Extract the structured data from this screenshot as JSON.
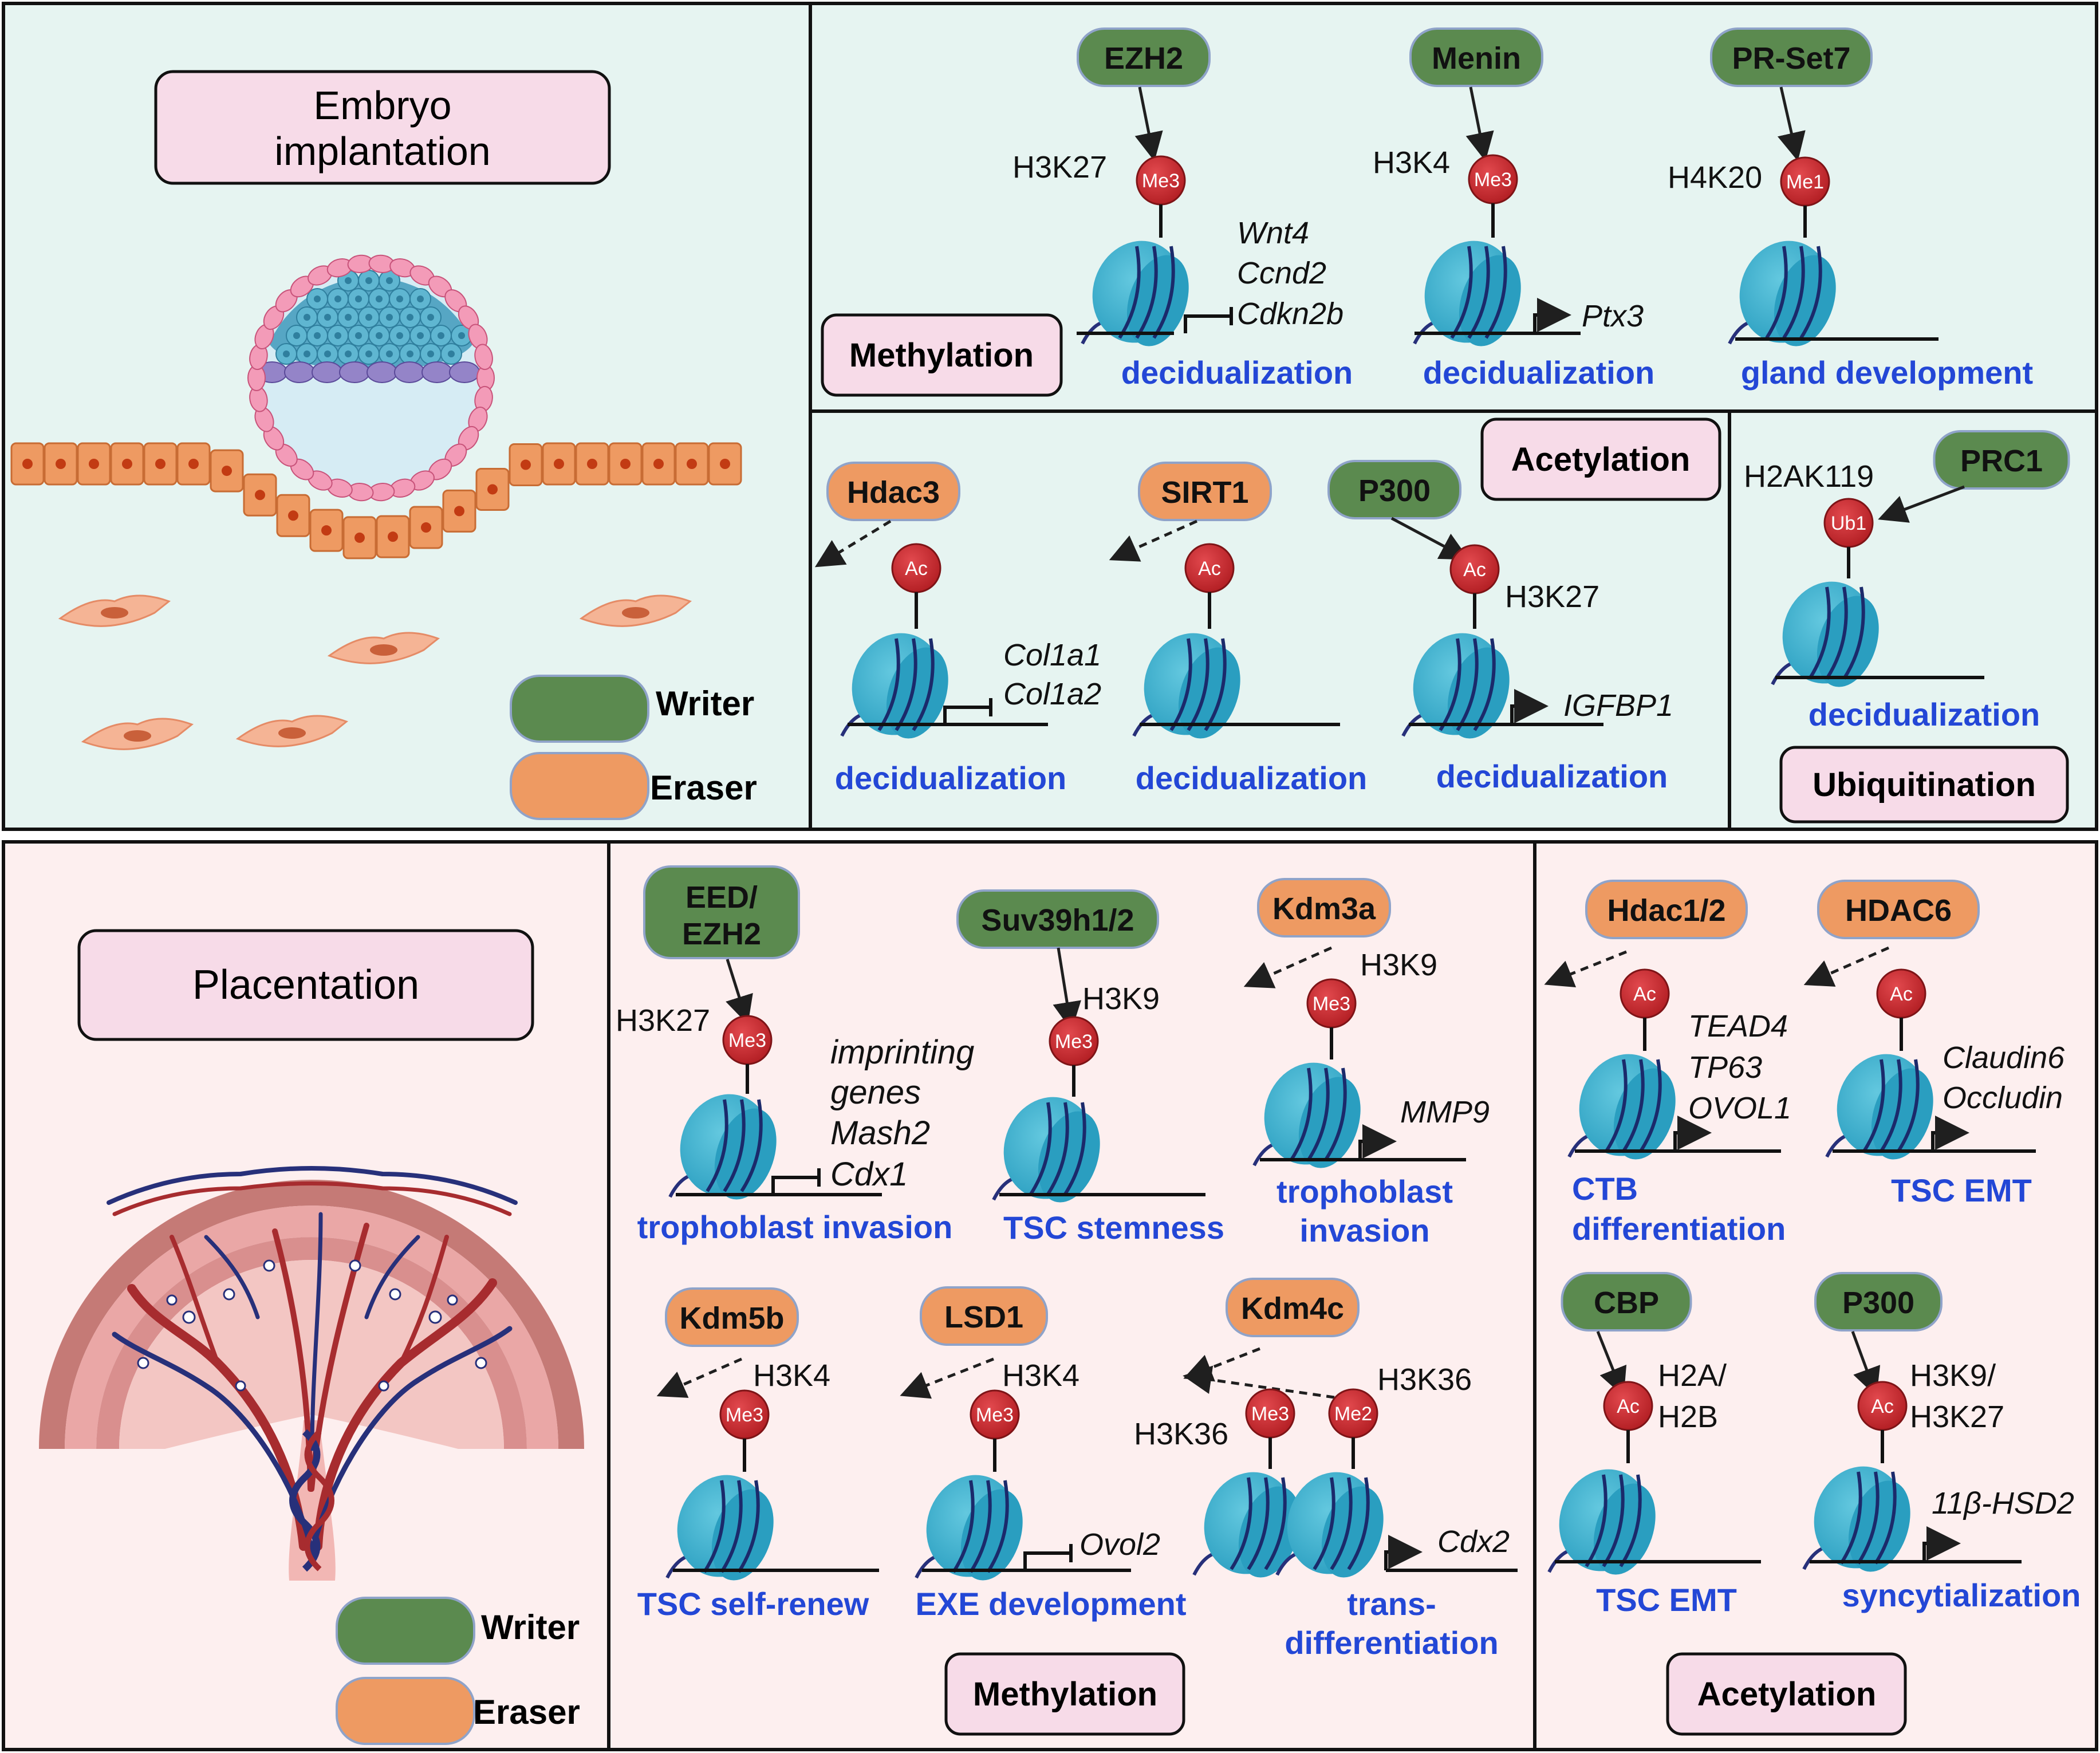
{
  "colors": {
    "top_bg": "#e6f4f1",
    "bottom_bg": "#fdefef",
    "writer": "#5b8a4f",
    "eraser": "#ee9a62",
    "mark": "#c8262c",
    "nucleosome": "#41b6d2",
    "outcome": "#2347d6",
    "header_fill": "#f7dbe8"
  },
  "legend": {
    "writer": "Writer",
    "eraser": "Eraser"
  },
  "top": {
    "title_line1": "Embryo",
    "title_line2": "implantation",
    "methylation_label": "Methylation",
    "acetylation_label": "Acetylation",
    "ubiquitination_label": "Ubiquitination",
    "methylation": [
      {
        "enzyme": "EZH2",
        "site": "H3K27",
        "mark": "Me3",
        "genes": [
          "Wnt4",
          "Ccnd2",
          "Cdkn2b"
        ],
        "outcome": "decidualization"
      },
      {
        "enzyme": "Menin",
        "site": "H3K4",
        "mark": "Me3",
        "genes": [
          "Ptx3"
        ],
        "outcome": "decidualization"
      },
      {
        "enzyme": "PR-Set7",
        "site": "H4K20",
        "mark": "Me1",
        "genes": [],
        "outcome": "gland development"
      }
    ],
    "acetylation": [
      {
        "enzyme": "Hdac3",
        "site": "",
        "mark": "Ac",
        "genes": [
          "Col1a1",
          "Col1a2"
        ],
        "outcome": "decidualization"
      },
      {
        "enzyme": "SIRT1",
        "site": "",
        "mark": "Ac",
        "genes": [],
        "outcome": "decidualization"
      },
      {
        "enzyme": "P300",
        "site": "H3K27",
        "mark": "Ac",
        "genes": [
          "IGFBP1"
        ],
        "outcome": "decidualization"
      }
    ],
    "ubiquitination": [
      {
        "enzyme": "PRC1",
        "site": "H2AK119",
        "mark": "Ub1",
        "outcome": "decidualization"
      }
    ]
  },
  "bottom": {
    "title": "Placentation",
    "methylation_label": "Methylation",
    "acetylation_label": "Acetylation",
    "methylation": [
      {
        "enzyme_line1": "EED/",
        "enzyme_line2": "EZH2",
        "site": "H3K27",
        "mark": "Me3",
        "genes": [
          "imprinting",
          "genes",
          "Mash2",
          "Cdx1"
        ],
        "outcome": "trophoblast invasion"
      },
      {
        "enzyme": "Suv39h1/2",
        "site": "H3K9",
        "mark": "Me3",
        "outcome": "TSC stemness"
      },
      {
        "enzyme": "Kdm3a",
        "site": "H3K9",
        "mark": "Me3",
        "genes": [
          "MMP9"
        ],
        "outcome_line1": "trophoblast",
        "outcome_line2": "invasion"
      },
      {
        "enzyme": "Kdm5b",
        "site": "H3K4",
        "mark": "Me3",
        "outcome": "TSC self-renew"
      },
      {
        "enzyme": "LSD1",
        "site": "H3K4",
        "mark": "Me3",
        "genes": [
          "Ovol2"
        ],
        "outcome": "EXE development"
      },
      {
        "enzyme": "Kdm4c",
        "site_a": "H3K36",
        "site_b": "H3K36",
        "mark_a": "Me3",
        "mark_b": "Me2",
        "genes": [
          "Cdx2"
        ],
        "outcome_line1": "trans-",
        "outcome_line2": "differentiation"
      }
    ],
    "acetylation": [
      {
        "enzyme": "Hdac1/2",
        "mark": "Ac",
        "genes": [
          "TEAD4",
          "TP63",
          "OVOL1"
        ],
        "outcome_line1": "CTB",
        "outcome_line2": "differentiation"
      },
      {
        "enzyme": "HDAC6",
        "mark": "Ac",
        "genes": [
          "Claudin6",
          "Occludin"
        ],
        "outcome": "TSC EMT"
      },
      {
        "enzyme": "CBP",
        "site_line1": "H2A/",
        "site_line2": "H2B",
        "mark": "Ac",
        "outcome": "TSC EMT"
      },
      {
        "enzyme": "P300",
        "site_line1": "H3K9/",
        "site_line2": "H3K27",
        "mark": "Ac",
        "genes": [
          "11β-HSD2"
        ],
        "outcome": "syncytialization"
      }
    ]
  }
}
